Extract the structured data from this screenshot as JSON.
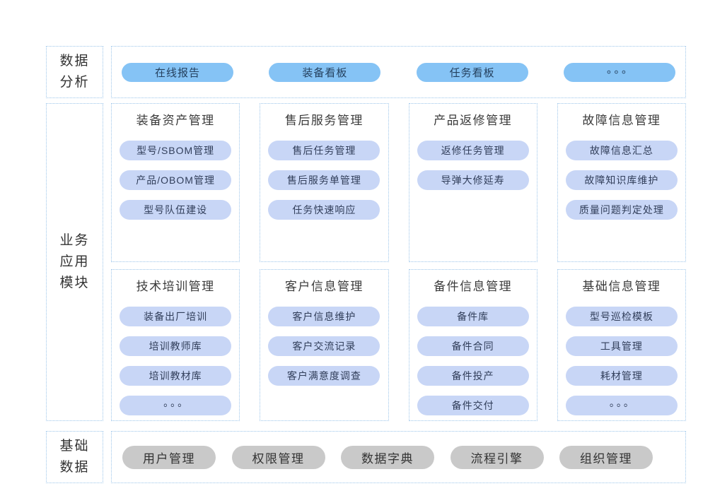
{
  "colors": {
    "border_blue": "#9cc5ea",
    "pill_blue": "#85c3f5",
    "pill_lavender": "#c8d6f6",
    "pill_gray": "#c9c9c9",
    "title_text": "#3b3b3b",
    "pill_text_dark": "#24405e"
  },
  "sections": {
    "top": {
      "label_lines": [
        "数据",
        "分析"
      ],
      "pills": [
        "在线报告",
        "装备看板",
        "任务看板",
        "。。。"
      ]
    },
    "middle": {
      "label_lines": [
        "业务",
        "应用",
        "模块"
      ],
      "modules": [
        {
          "title": "装备资产管理",
          "items": [
            "型号/SBOM管理",
            "产品/OBOM管理",
            "型号队伍建设"
          ]
        },
        {
          "title": "售后服务管理",
          "items": [
            "售后任务管理",
            "售后服务单管理",
            "任务快速响应"
          ]
        },
        {
          "title": "产品返修管理",
          "items": [
            "返修任务管理",
            "导弹大修延寿"
          ]
        },
        {
          "title": "故障信息管理",
          "items": [
            "故障信息汇总",
            "故障知识库维护",
            "质量问题判定处理"
          ]
        },
        {
          "title": "技术培训管理",
          "items": [
            "装备出厂培训",
            "培训教师库",
            "培训教材库",
            "。。。"
          ]
        },
        {
          "title": "客户信息管理",
          "items": [
            "客户信息维护",
            "客户交流记录",
            "客户满意度调查"
          ]
        },
        {
          "title": "备件信息管理",
          "items": [
            "备件库",
            "备件合同",
            "备件投产",
            "备件交付"
          ]
        },
        {
          "title": "基础信息管理",
          "items": [
            "型号巡检模板",
            "工具管理",
            "耗材管理",
            "。。。"
          ]
        }
      ]
    },
    "bottom": {
      "label_lines": [
        "基础",
        "数据"
      ],
      "pills": [
        "用户管理",
        "权限管理",
        "数据字典",
        "流程引擎",
        "组织管理"
      ]
    }
  }
}
